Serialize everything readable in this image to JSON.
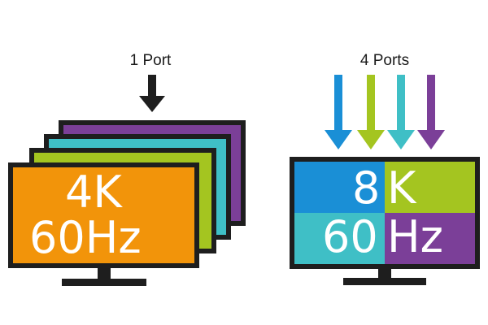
{
  "left_panel": {
    "label": "1 Port",
    "screens": [
      {
        "color": "#7b3f98"
      },
      {
        "color": "#3fbfc6"
      },
      {
        "color": "#a4c520"
      },
      {
        "color": "#f2940a"
      }
    ],
    "text_line1": "4K",
    "text_line2": "60Hz",
    "arrow_color": "#1e1e1e"
  },
  "right_panel": {
    "label": "4 Ports",
    "arrows": [
      {
        "color": "#1a8fd6"
      },
      {
        "color": "#a4c520"
      },
      {
        "color": "#3fbfc6"
      },
      {
        "color": "#7b3f98"
      }
    ],
    "quadrants": [
      {
        "color": "#1a8fd6"
      },
      {
        "color": "#a4c520"
      },
      {
        "color": "#3fbfc6"
      },
      {
        "color": "#7b3f98"
      }
    ],
    "text_line1_a": "8",
    "text_line1_b": "K",
    "text_line2_a": "60",
    "text_line2_b": "Hz"
  }
}
